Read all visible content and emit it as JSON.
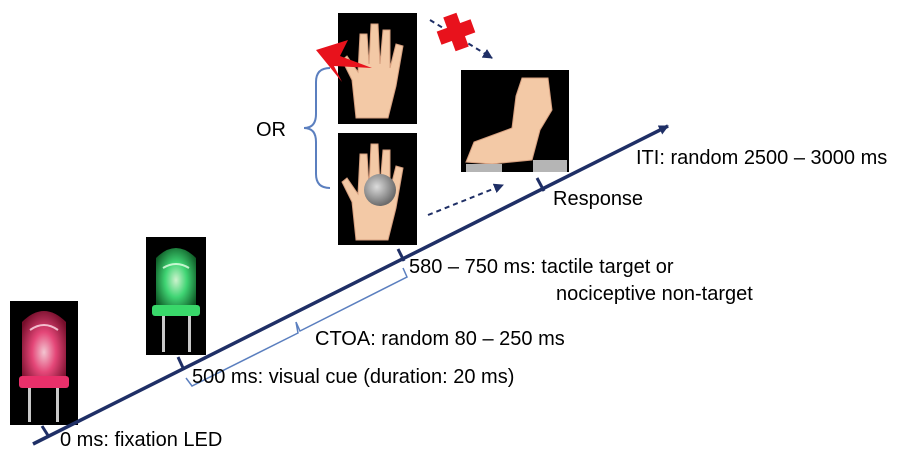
{
  "labels": {
    "fixation": "0 ms: fixation LED",
    "visual_cue": "500 ms: visual cue (duration: 20 ms)",
    "ctoa": "CTOA: random 80 – 250 ms",
    "target_line1": "580 – 750 ms: tactile target or",
    "target_line2": "nociceptive non-target",
    "or": "OR",
    "response": "Response",
    "iti": "ITI: random 2500 – 3000 ms"
  },
  "colors": {
    "timeline": "#1f2f66",
    "bracket": "#5b7fbf",
    "arrow_dashed": "#1f2f66",
    "red_led": "#e8306a",
    "green_led": "#39d86a",
    "lightning": "#e8121c",
    "cross": "#e8121c",
    "skin": "#f3c9a6",
    "photo_bg": "#000000"
  },
  "icons": {
    "red_led": "red-led-photo",
    "green_led": "green-led-photo",
    "hand_pain": "hand-with-lightning-photo",
    "hand_tap": "hand-with-tactor-photo",
    "foot": "foot-on-pedal-photo",
    "cross": "red-cross-icon",
    "lightning": "lightning-icon"
  }
}
